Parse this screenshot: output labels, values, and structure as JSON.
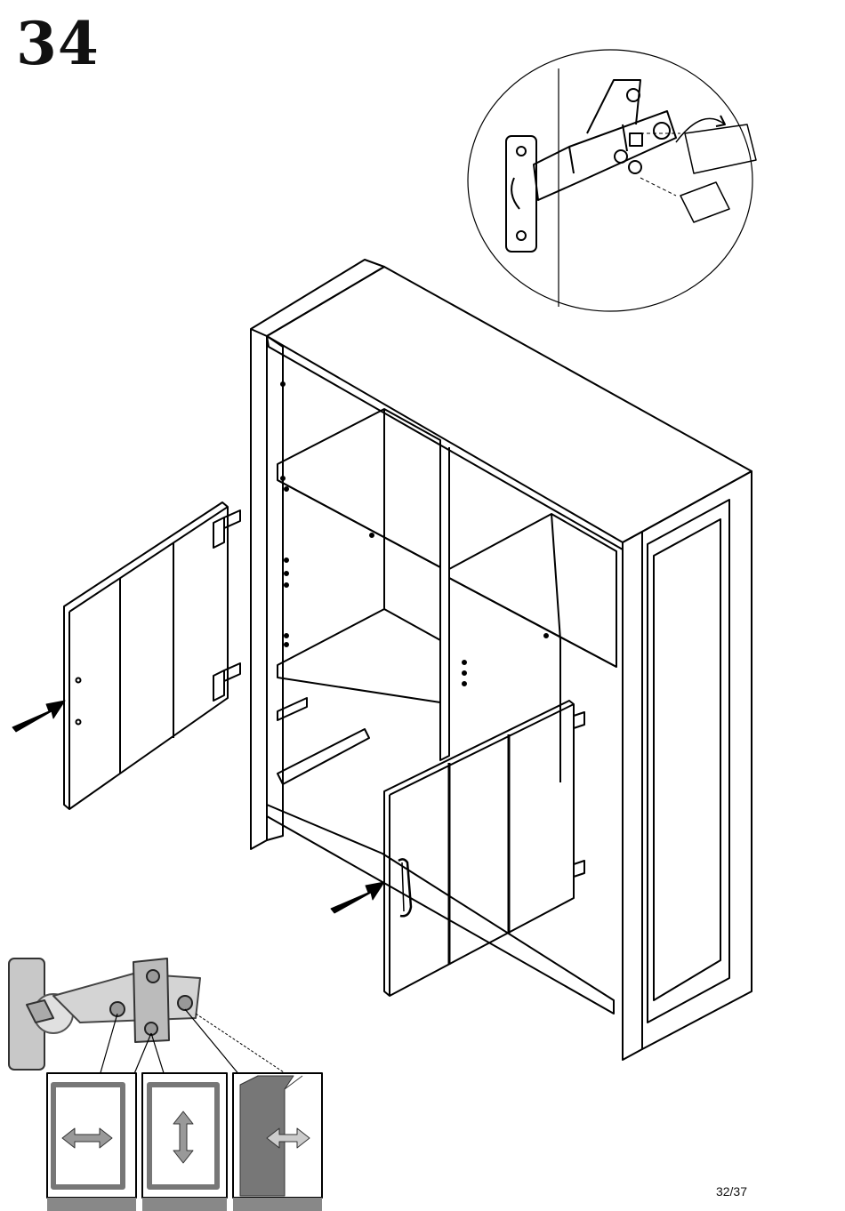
{
  "step": {
    "number": "34"
  },
  "page": {
    "indicator": "32/37"
  },
  "icons": {
    "detail_inset": "hinge-screwdriver-detail",
    "adjustment_legend": [
      "horizontal-adjust-icon",
      "vertical-adjust-icon",
      "depth-adjust-icon"
    ],
    "insert_arrows": [
      "insert-arrow-left-door",
      "insert-arrow-right-door"
    ]
  }
}
